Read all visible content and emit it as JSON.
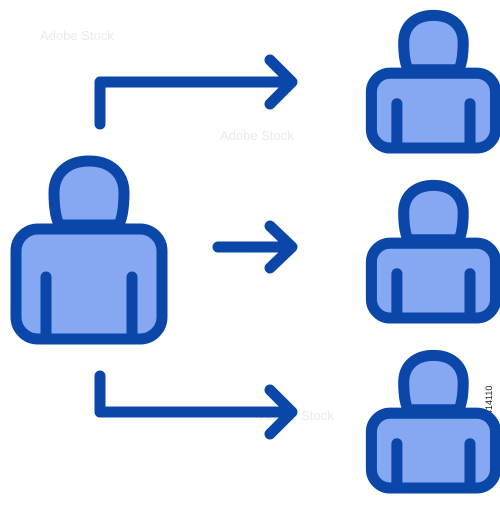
{
  "icon": {
    "semantic": "delegation-distribution-icon",
    "stroke_color": "#0a47a9",
    "fill_color": "#86a8f2",
    "background": "#ffffff",
    "people": [
      {
        "name": "source-person-icon",
        "role": "source"
      },
      {
        "name": "target-person-icon-top",
        "role": "target"
      },
      {
        "name": "target-person-icon-middle",
        "role": "target"
      },
      {
        "name": "target-person-icon-bottom",
        "role": "target"
      }
    ],
    "arrows": [
      {
        "name": "arrow-to-top-icon",
        "shape": "elbow-up-right"
      },
      {
        "name": "arrow-to-middle-icon",
        "shape": "straight-right"
      },
      {
        "name": "arrow-to-bottom-icon",
        "shape": "elbow-down-right"
      }
    ]
  },
  "watermark": {
    "text": "Adobe Stock",
    "stock_id": "#1558414110"
  }
}
